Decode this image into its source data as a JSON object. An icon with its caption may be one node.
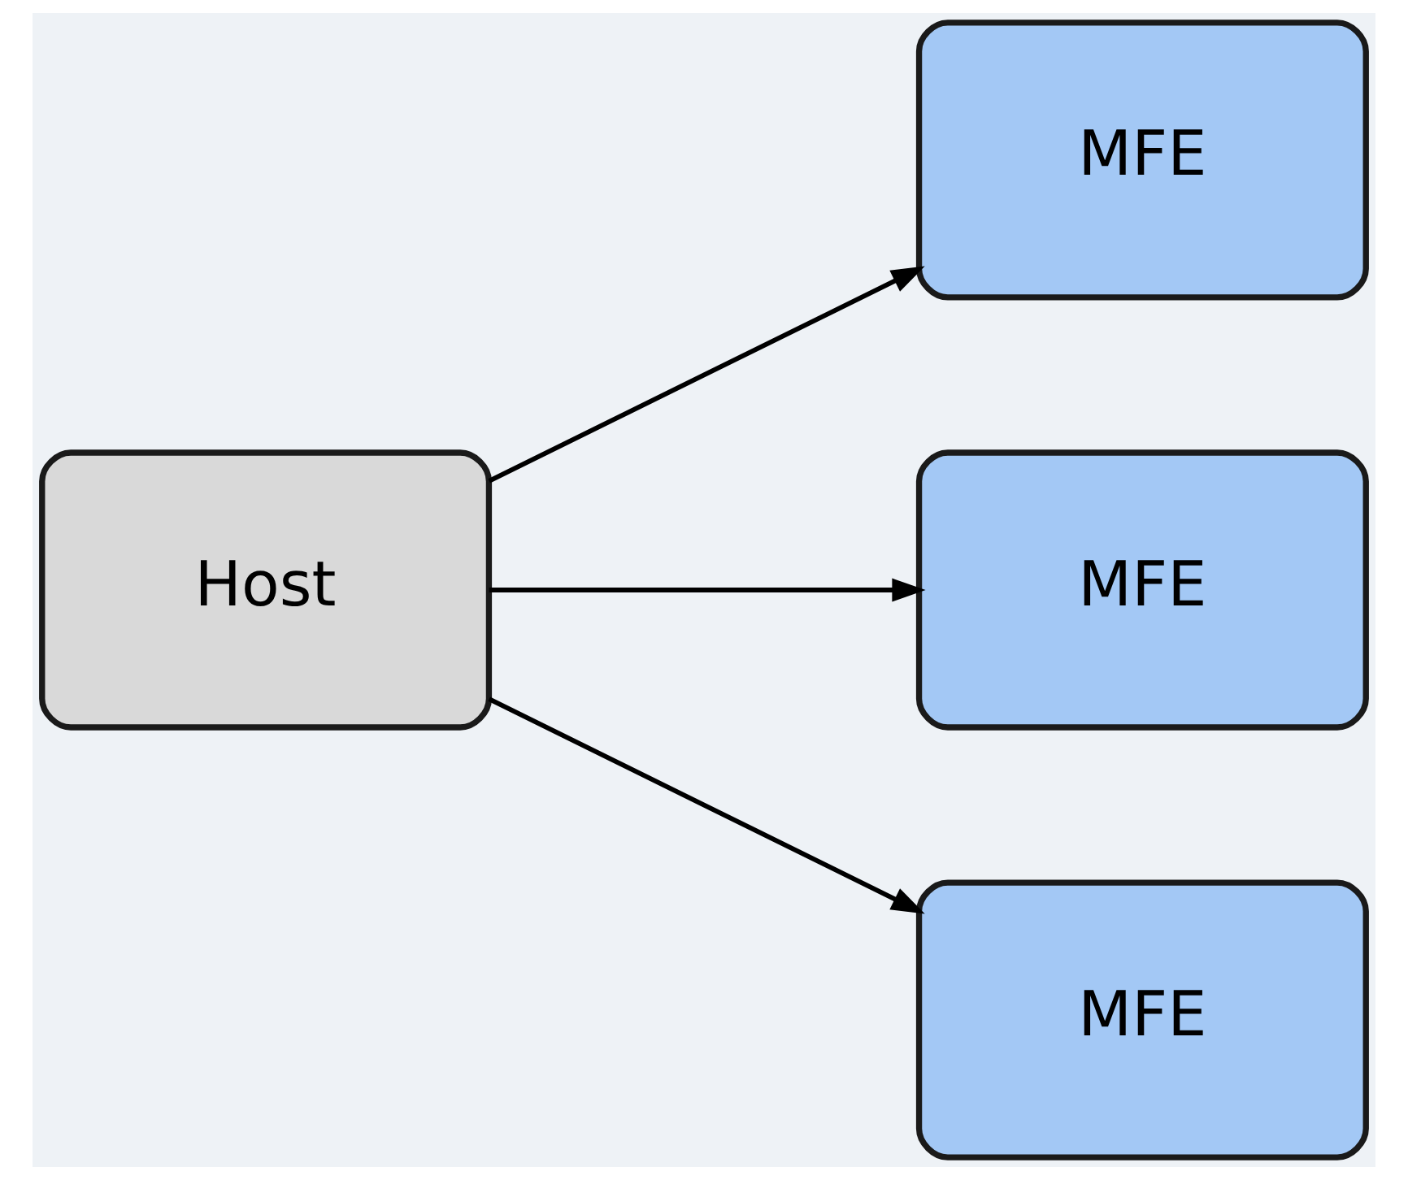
{
  "diagram": {
    "nodes": [
      {
        "text": [
          "Host"
        ]
      },
      {
        "text": [
          "MFE"
        ]
      },
      {
        "text": [
          "MFE"
        ]
      },
      {
        "text": [
          "MFE"
        ]
      }
    ],
    "edges": [
      {
        "from": 0,
        "to": 1,
        "arrow": "to"
      },
      {
        "from": 0,
        "to": 2,
        "arrow": "to"
      },
      {
        "from": 0,
        "to": 3,
        "arrow": "to"
      }
    ]
  }
}
